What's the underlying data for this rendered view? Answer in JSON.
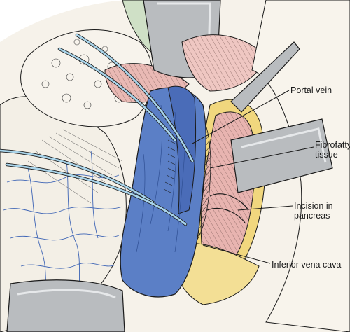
{
  "labels": {
    "portal_vein": "Portal vein",
    "fibrofatty_tissue": "Fibrofatty\ntissue",
    "incision_in_pancreas": "Incision in\npancreas",
    "inferior_vena_cava": "Inferior vena cava"
  },
  "colors": {
    "vein_blue": "#5b7fc6",
    "vein_dark": "#2f4f93",
    "pancreas_pink": "#e8b4b0",
    "fat_yellow": "#f1d77e",
    "vessel_loop": "#a9d4ea",
    "retractor_gray": "#b9bcbf",
    "outline": "#1a1a1a",
    "fascia_cream": "#f4efe4",
    "liver_rose": "#e9b9b4",
    "omentum_green": "#cfe0c6"
  }
}
